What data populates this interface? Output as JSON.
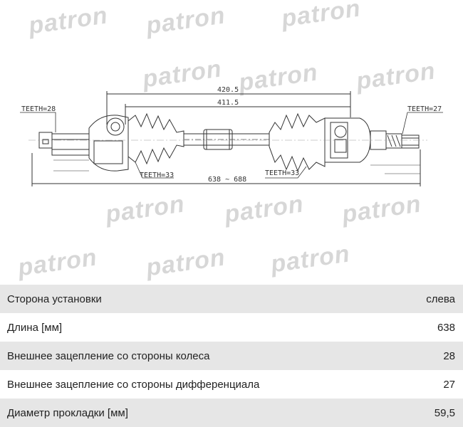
{
  "watermark": "patron",
  "drawing": {
    "dim_420": "420.5",
    "dim_411": "411.5",
    "dim_total": "638 ~ 688",
    "teeth_left": "TEETH=28",
    "teeth_right": "TEETH=27",
    "teeth_inner_left": "TEETH=33",
    "teeth_inner_right": "TEETH=33"
  },
  "specs": [
    {
      "label": "Сторона установки",
      "value": "слева"
    },
    {
      "label": "Длина [мм]",
      "value": "638"
    },
    {
      "label": "Внешнее зацепление со стороны колеса",
      "value": "28"
    },
    {
      "label": "Внешнее зацепление со стороны дифференциала",
      "value": "27"
    },
    {
      "label": "Диаметр прокладки [мм]",
      "value": "59,5"
    }
  ]
}
